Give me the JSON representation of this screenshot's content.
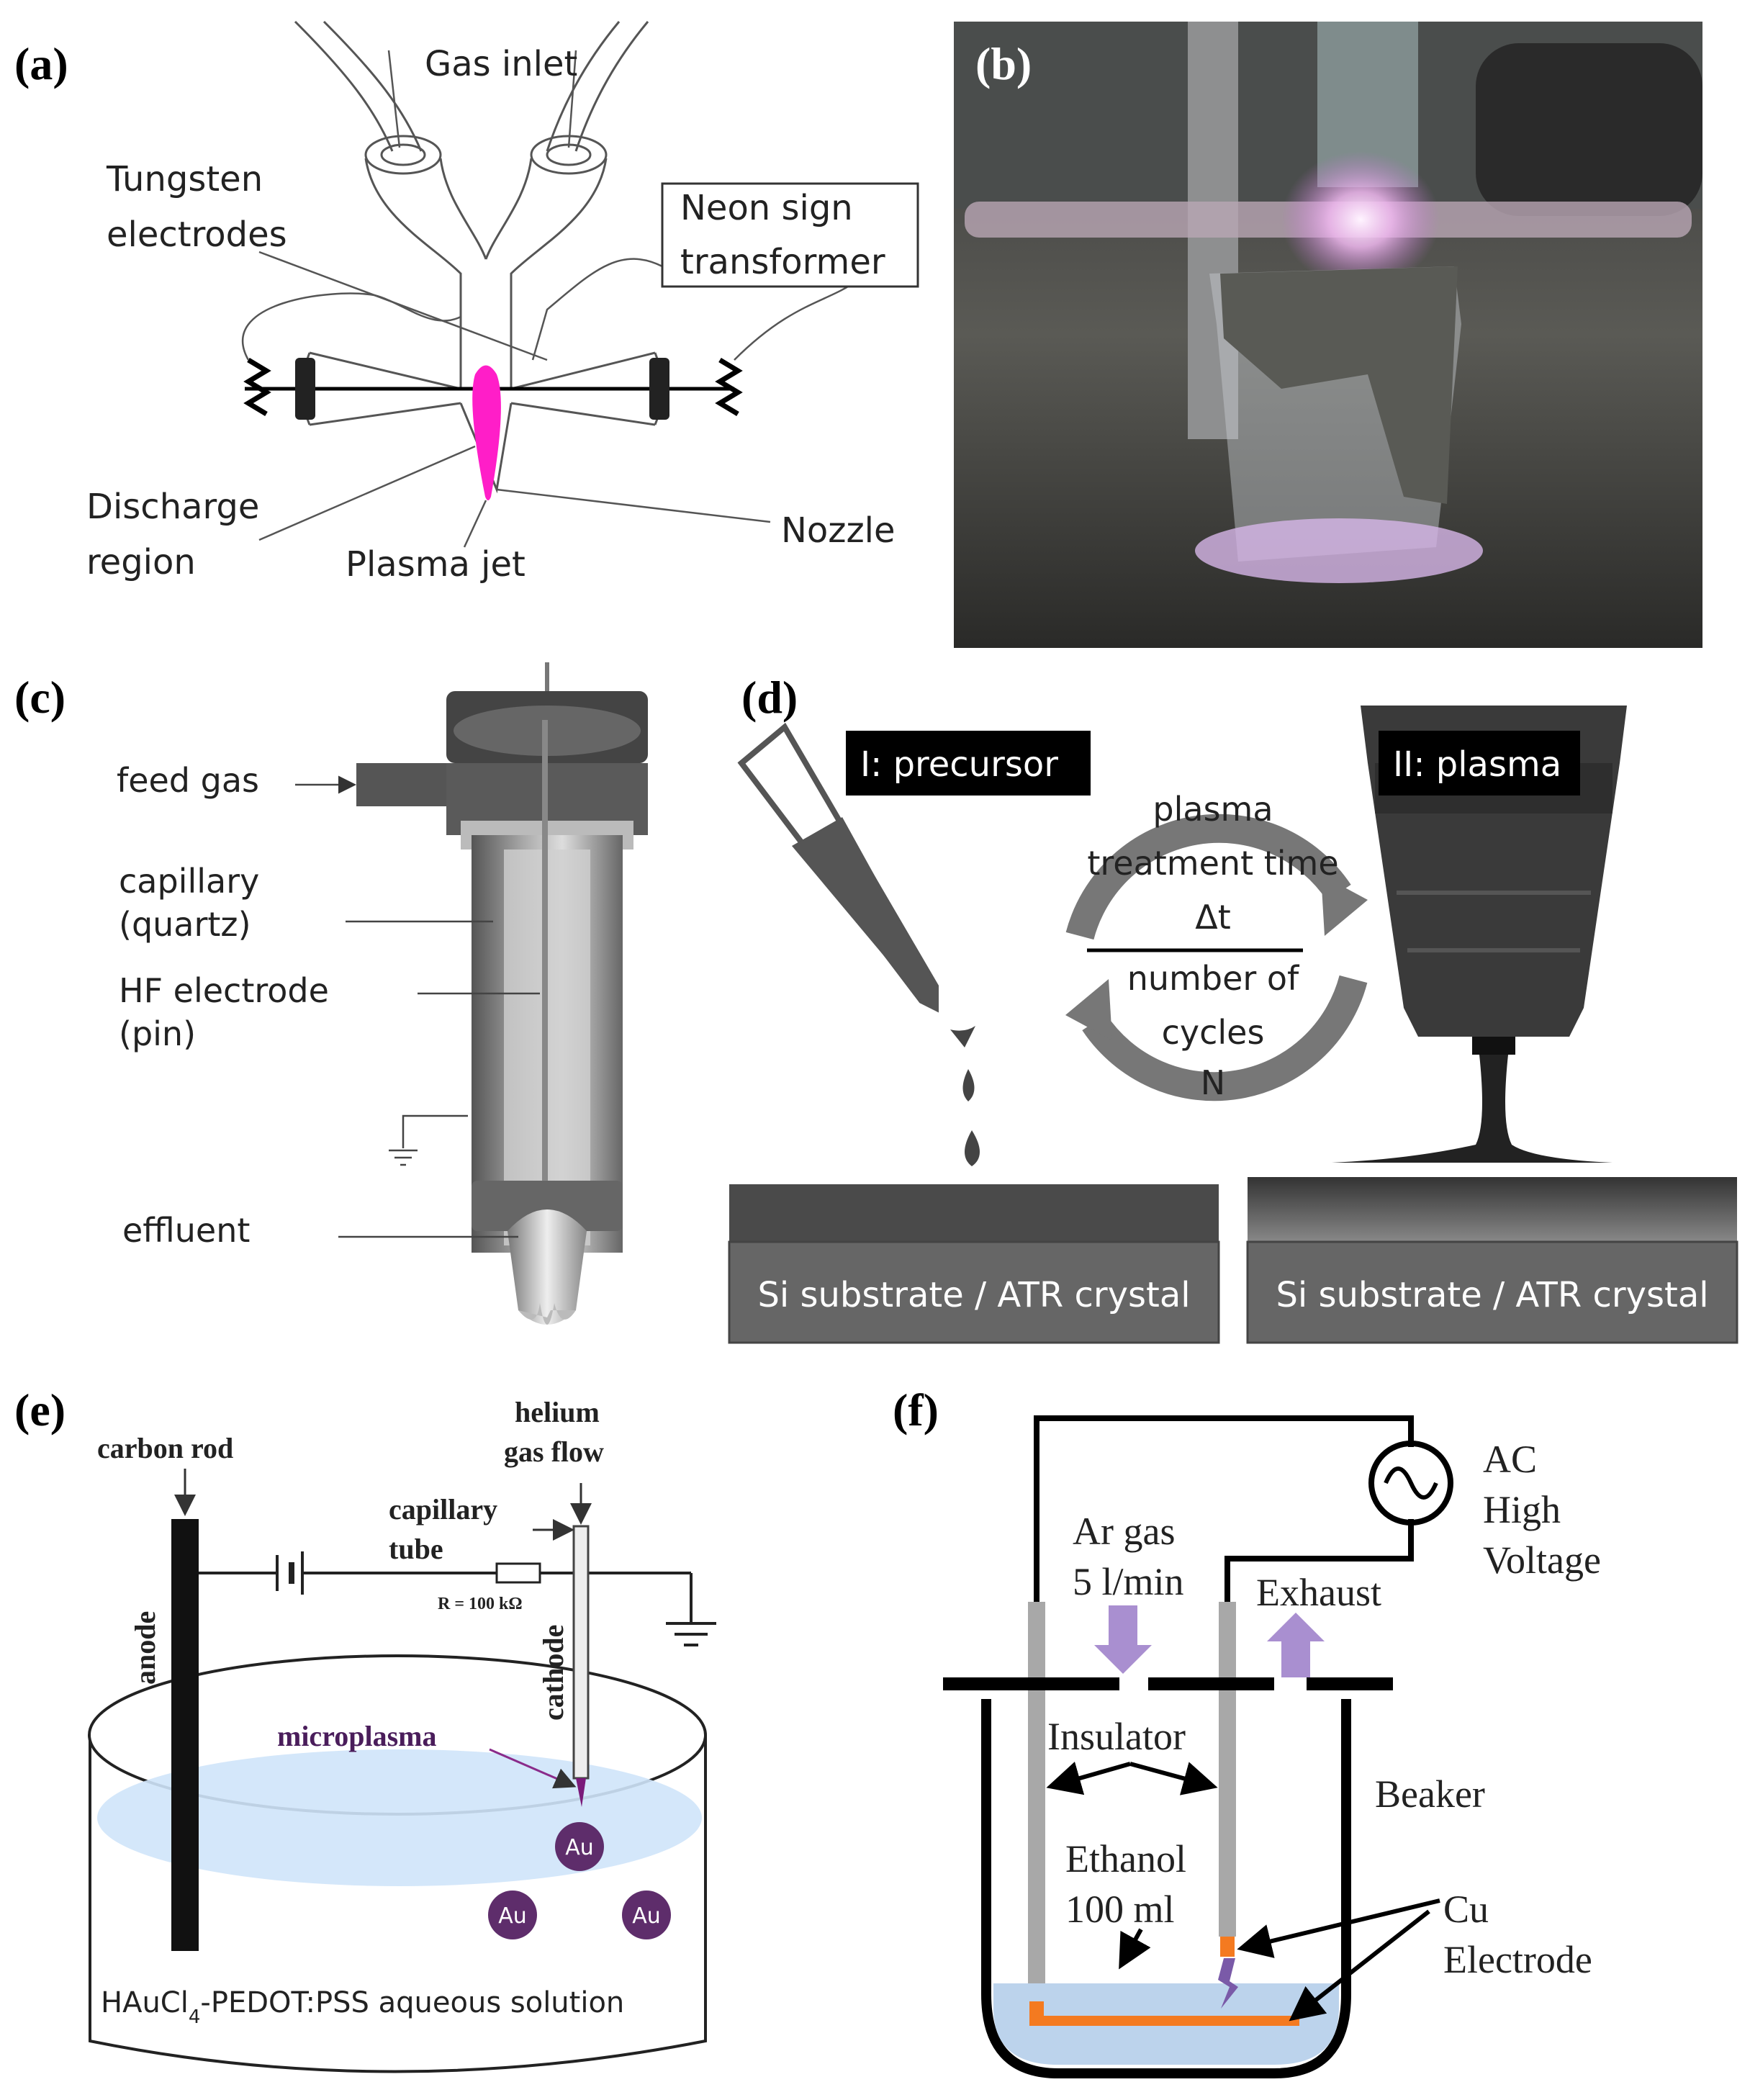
{
  "panels": {
    "a": {
      "label": "(a)",
      "gas_inlet": "Gas inlet",
      "tungsten_1": "Tungsten",
      "tungsten_2": "electrodes",
      "neon_1": "Neon sign",
      "neon_2": "transformer",
      "discharge_1": "Discharge",
      "discharge_2": "region",
      "plasma_jet": "Plasma jet",
      "nozzle": "Nozzle",
      "plasma_color": "#ff1ec8"
    },
    "b": {
      "label": "(b)"
    },
    "c": {
      "label": "(c)",
      "feed_gas": "feed gas",
      "capillary_1": "capillary",
      "capillary_2": "(quartz)",
      "hf_1": "HF electrode",
      "hf_2": "(pin)",
      "effluent": "effluent"
    },
    "d": {
      "label": "(d)",
      "precursor": "I: precursor",
      "plasma": "II: plasma",
      "cycle_1": "plasma",
      "cycle_2": "treatment time",
      "cycle_3": "Δt",
      "cycle_4": "number of",
      "cycle_5": "cycles",
      "cycle_6": "N",
      "substrate_left": "Si substrate / ATR crystal",
      "substrate_right": "Si substrate / ATR crystal"
    },
    "e": {
      "label": "(e)",
      "helium_1": "helium",
      "helium_2": "gas flow",
      "carbon_rod": "carbon rod",
      "capillary_1": "capillary",
      "capillary_2": "tube",
      "resistor": "R = 100 kΩ",
      "anode": "anode",
      "cathode": "cathode",
      "microplasma": "microplasma",
      "au_1": "Au",
      "au_2": "Au",
      "au_3": "Au",
      "solution_pre": "HAuCl",
      "solution_sub": "4",
      "solution_post": "-PEDOT:PSS aqueous solution"
    },
    "f": {
      "label": "(f)",
      "ac_1": "AC",
      "ac_2": "High",
      "ac_3": "Voltage",
      "ar_1": "Ar gas",
      "ar_2": "5 l/min",
      "exhaust": "Exhaust",
      "insulator": "Insulator",
      "beaker": "Beaker",
      "ethanol_1": "Ethanol",
      "ethanol_2": "100 ml",
      "cu_1": "Cu",
      "cu_2": "Electrode",
      "arrow_color": "#a98fd0",
      "electrode_color": "#f47a20",
      "liquid_color": "#bcd3ec"
    }
  }
}
